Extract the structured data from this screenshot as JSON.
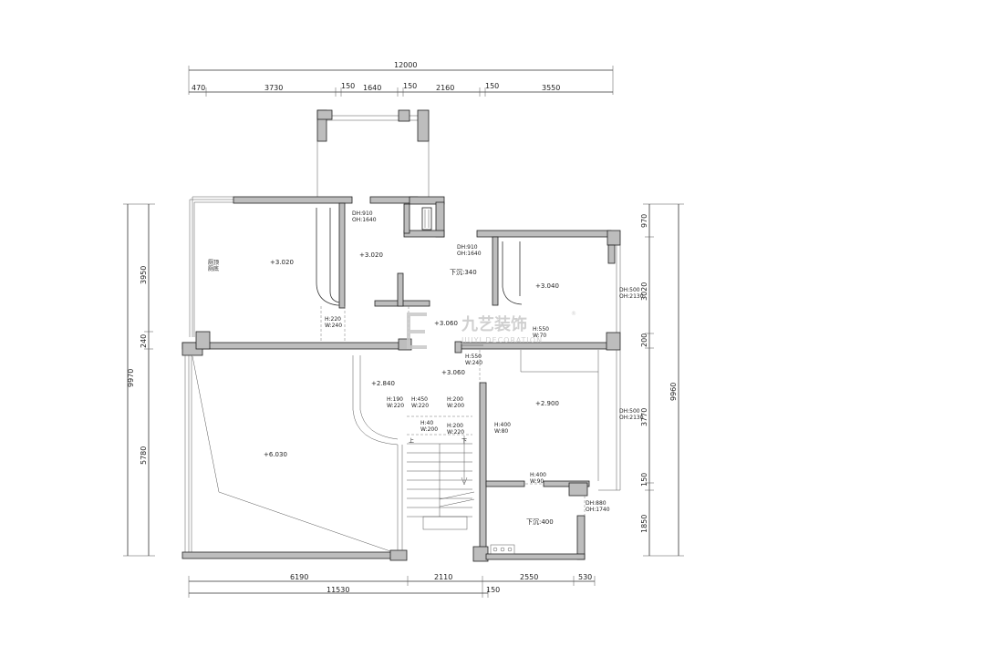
{
  "dimensions": {
    "top_total": "12000",
    "top_segments": [
      "470",
      "3730",
      "150",
      "1640",
      "150",
      "2160",
      "150",
      "3550"
    ],
    "bottom_segments": [
      "6190",
      "2110",
      "2550",
      "530"
    ],
    "bottom_total_left": "11530",
    "bottom_total_right": "150",
    "left_total": "9970",
    "left_segments": [
      "3950",
      "240",
      "5780"
    ],
    "right_total": "9960",
    "right_segments": [
      "970",
      "3020",
      "200",
      "3770",
      "150",
      "1850"
    ]
  },
  "levels": {
    "room_a": "+3.020",
    "room_b": "+3.020",
    "room_c": "下沉:340",
    "room_d": "+3.040",
    "hall": "+3.060",
    "corridor": "+3.060",
    "stair": "+2.840",
    "room_e": "+2.900",
    "big_room": "+6.030",
    "room_f": "下沉:400"
  },
  "openings": {
    "dh910_a": "DH:910",
    "oh1640_a": "OH:1640",
    "dh910_b": "DH:910",
    "oh1640_b": "OH:1640",
    "h220_a": "H:220",
    "w240_a": "W:240",
    "h550_a": "H:550",
    "w70": "W:70",
    "h550_b": "H:550",
    "w240_b": "W:240",
    "dh500_a": "DH:500",
    "oh2130_a": "OH:2130",
    "dh500_b": "DH:500",
    "oh2130_b": "OH:2130",
    "h190": "H:190",
    "w220_a": "W:220",
    "h450": "H:450",
    "w220_b": "W:220",
    "h200_a": "H:200",
    "w200_a": "W:200",
    "h40": "H:40",
    "w200_b": "W:200",
    "h200_b": "H:200",
    "w220_c": "W:220",
    "h400_a": "H:400",
    "w80": "W:80",
    "h400_b": "H:400",
    "w90": "W:90",
    "dh880": "DH:880",
    "oh1740": "OH:1740",
    "side_note_1": "厕顶",
    "side_note_2": "厕底",
    "stair_up": "上",
    "stair_down": "下"
  },
  "watermark": {
    "brand": "九艺装饰",
    "sub": "JIUYI DECORATION",
    "registered": "®"
  }
}
